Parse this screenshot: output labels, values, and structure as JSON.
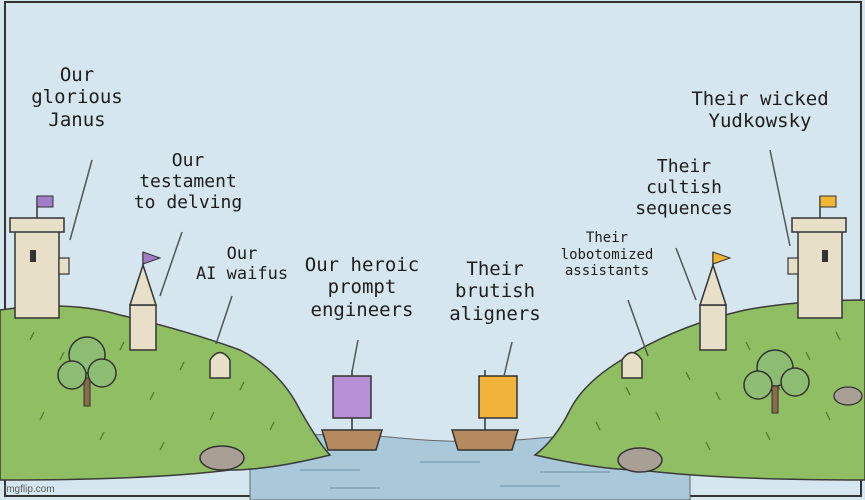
{
  "labels": {
    "janus": "Our\nglorious\nJanus",
    "testament": "Our\ntestament\nto delving",
    "waifus": "Our\nAI waifus",
    "prompt_engineers": "Our heroic\nprompt\nengineers",
    "aligners": "Their\nbrutish\naligners",
    "lobotomized": "Their\nlobotomized\nassistants",
    "cultish": "Their\ncultish\nsequences",
    "yudkowsky": "Their wicked\nYudkowsky"
  },
  "watermark": "imgflip.com",
  "colors": {
    "sky": "#d6e6ef",
    "hill": "#8fbf62",
    "hill_dark": "#6e9c47",
    "water": "#a9c9db",
    "tower": "#e7dfc7",
    "our_flag": "#a27cc9",
    "their_flag": "#f0b532",
    "our_sail": "#b890d8",
    "their_sail": "#f1b33a",
    "boat": "#b58a5f",
    "rock": "#a99f95",
    "tree": "#8dbd73"
  }
}
